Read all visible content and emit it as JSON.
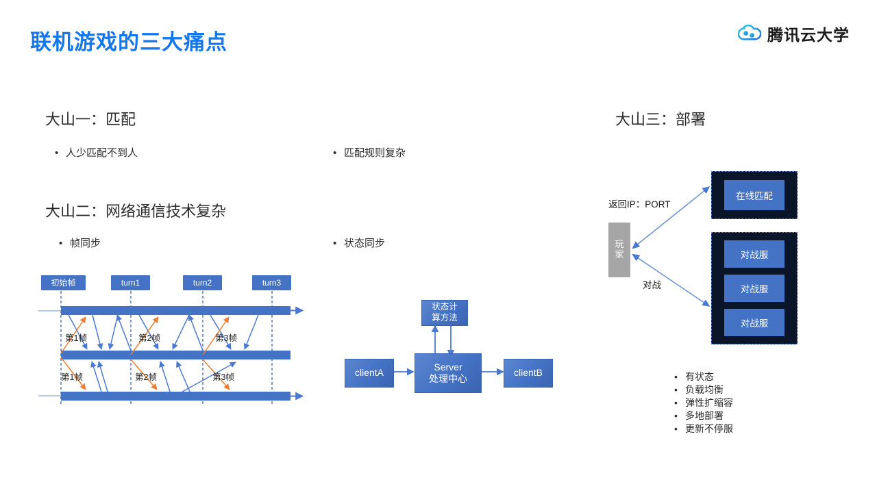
{
  "slide": {
    "title": "联机游戏的三大痛点",
    "brand": {
      "name": "腾讯云大学",
      "logo_icon": "tencent-cloud-icon",
      "colors": {
        "cyan": "#33cfe0",
        "blue": "#2a7fe8"
      }
    },
    "accent_color": "#1577ee"
  },
  "sections": {
    "one": {
      "heading": "大山一：匹配",
      "bullets": [
        "人少匹配不到人",
        "匹配规则复杂"
      ]
    },
    "two": {
      "heading": "大山二：网络通信技术复杂",
      "bullets": [
        "帧同步",
        "状态同步"
      ]
    },
    "three": {
      "heading": "大山三：部署",
      "bullets": [
        "有状态",
        "负载均衡",
        "弹性扩缩容",
        "多地部署",
        "更新不停服"
      ]
    }
  },
  "frame_sync_diagram": {
    "turn_labels": [
      "初始帧",
      "turn1",
      "turn2",
      "turn3"
    ],
    "frame_labels_top": [
      "第1帧",
      "第2帧",
      "第3帧"
    ],
    "frame_labels_bottom": [
      "第1帧",
      "第2帧",
      "第3帧"
    ],
    "timeline_count": 3,
    "colors": {
      "bar": "#4472c4",
      "arrow_blue": "#4a79d4",
      "arrow_orange": "#ed7d31"
    }
  },
  "state_sync_diagram": {
    "client_a": "clientA",
    "client_b": "clientB",
    "server_line1": "Server",
    "server_line2": "处理中心",
    "calc_line1": "状态计",
    "calc_line2": "算方法",
    "colors": {
      "box": "#4472c4",
      "arrow": "#4a79d4"
    }
  },
  "deployment_diagram": {
    "player_line1": "玩",
    "player_line2": "家",
    "edge_label_return": "返回IP：PORT",
    "edge_label_battle": "对战",
    "match_node": "在线匹配",
    "battle_nodes": [
      "对战服",
      "对战服",
      "对战服"
    ],
    "colors": {
      "rack": "#0a1529",
      "node": "#4472c4",
      "player": "#a6a6a6",
      "arrow": "#4a79d4"
    }
  }
}
